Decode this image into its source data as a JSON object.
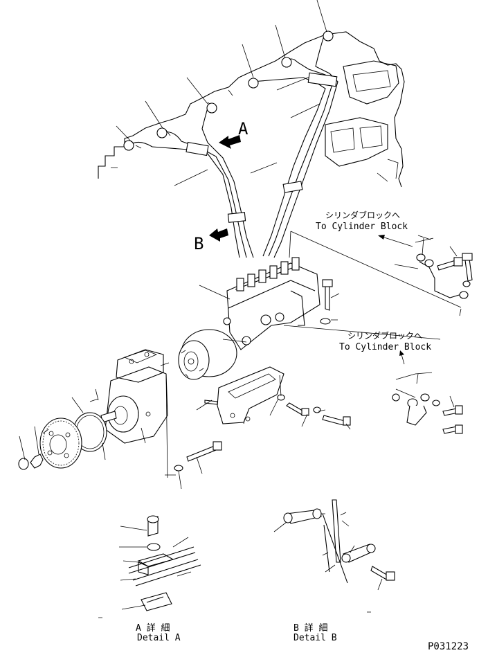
{
  "callouts": {
    "label_a": "A",
    "label_b": "B",
    "route_upper_jp": "シリンダブロックへ",
    "route_upper_en": "To Cylinder Block",
    "route_lower_jp": "シリンダブロックへ",
    "route_lower_en": "To Cylinder Block"
  },
  "details": {
    "a_jp": "A 詳 細",
    "a_en": "Detail A",
    "b_jp": "B 詳 細",
    "b_en": "Detail B"
  },
  "drawing_number": "P031223",
  "icons": [
    "arrow-a-icon",
    "arrow-b-icon",
    "route-arrow-icon"
  ]
}
